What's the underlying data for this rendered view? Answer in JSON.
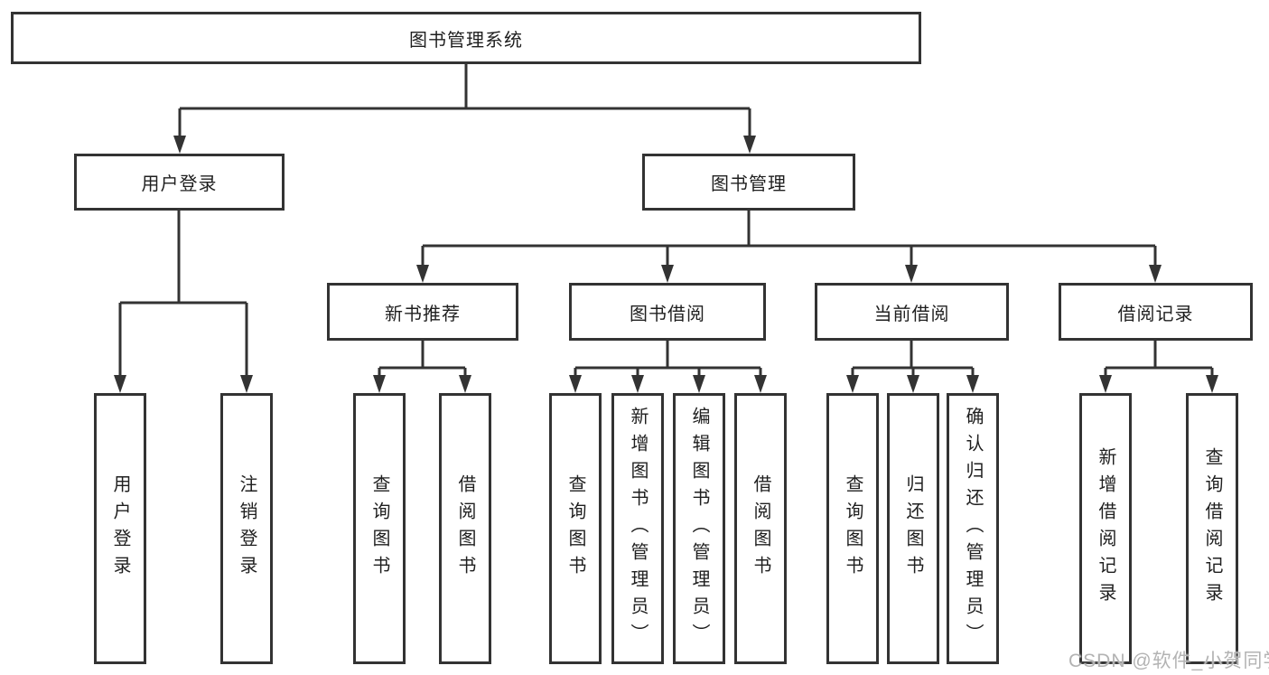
{
  "diagram": {
    "root": {
      "label": "图书管理系统"
    },
    "login": {
      "label": "用户登录",
      "children": [
        "用户登录",
        "注销登录"
      ]
    },
    "mgmt": {
      "label": "图书管理",
      "groups": [
        {
          "label": "新书推荐",
          "children": [
            "查询图书",
            "借阅图书"
          ]
        },
        {
          "label": "图书借阅",
          "children": [
            "查询图书",
            "新增图书（管理员）",
            "编辑图书（管理员）",
            "借阅图书"
          ]
        },
        {
          "label": "当前借阅",
          "children": [
            "查询图书",
            "归还图书",
            "确认归还（管理员）"
          ]
        },
        {
          "label": "借阅记录",
          "children": [
            "新增借阅记录",
            "查询借阅记录"
          ]
        }
      ]
    },
    "watermark": "CSDN @软件_小贺同学",
    "colors": {
      "line": "#333333",
      "text": "#1f1f1f",
      "watermark": "#b3b3b3",
      "background": "#ffffff"
    }
  }
}
